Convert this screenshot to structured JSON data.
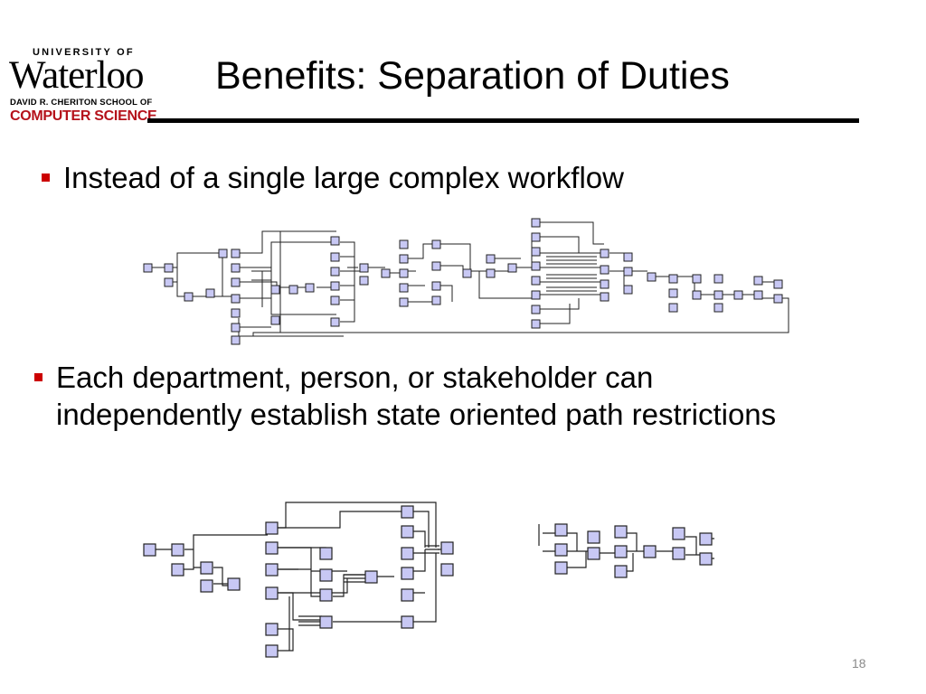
{
  "logo": {
    "university_of": "UNIVERSITY OF",
    "waterloo": "Waterloo",
    "school": "DAVID R. CHERITON SCHOOL OF",
    "computer_science": "COMPUTER SCIENCE"
  },
  "slide": {
    "title": "Benefits: Separation of Duties",
    "bullets": [
      "Instead of a single large complex workflow",
      "Each department, person, or stakeholder can independently establish state oriented path restrictions"
    ],
    "page_number": "18"
  },
  "colors": {
    "node_fill": "#c8c8f4",
    "node_stroke": "#222222",
    "bullet_mark": "#cc0000",
    "brand_red": "#b5121b"
  }
}
